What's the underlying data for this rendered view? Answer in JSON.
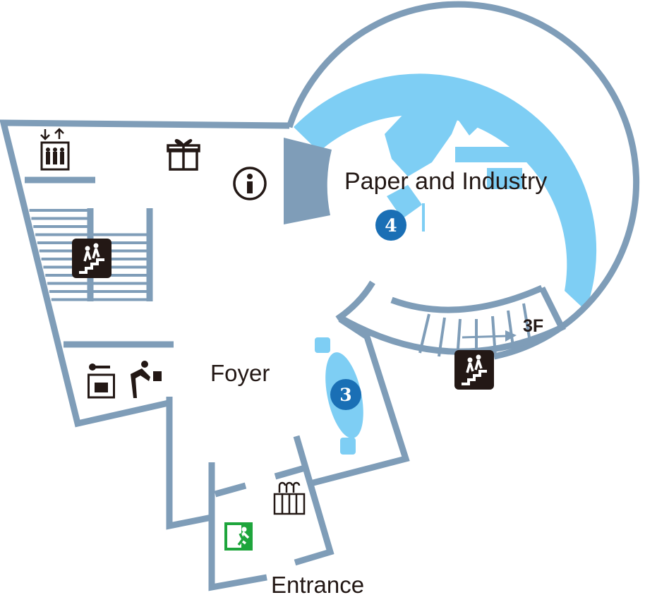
{
  "rooms": {
    "gallery": "Paper and Industry",
    "foyer": "Foyer",
    "entrance": "Entrance",
    "stairs_up_label": "3F"
  },
  "markers": [
    {
      "number": "4",
      "room": "Paper and Industry"
    },
    {
      "number": "3",
      "room": "Foyer"
    }
  ],
  "icons": [
    "elevator-icon",
    "gift-shop-icon",
    "information-icon",
    "stairs-icon",
    "locker-icon",
    "drinking-fountain-icon",
    "umbrella-stand-icon",
    "emergency-exit-icon"
  ],
  "colors": {
    "wall": "#7f9db8",
    "exhibit": "#7ecef4",
    "marker": "#1a6fb5",
    "icon": "#231815",
    "exit": "#1ea53c"
  }
}
